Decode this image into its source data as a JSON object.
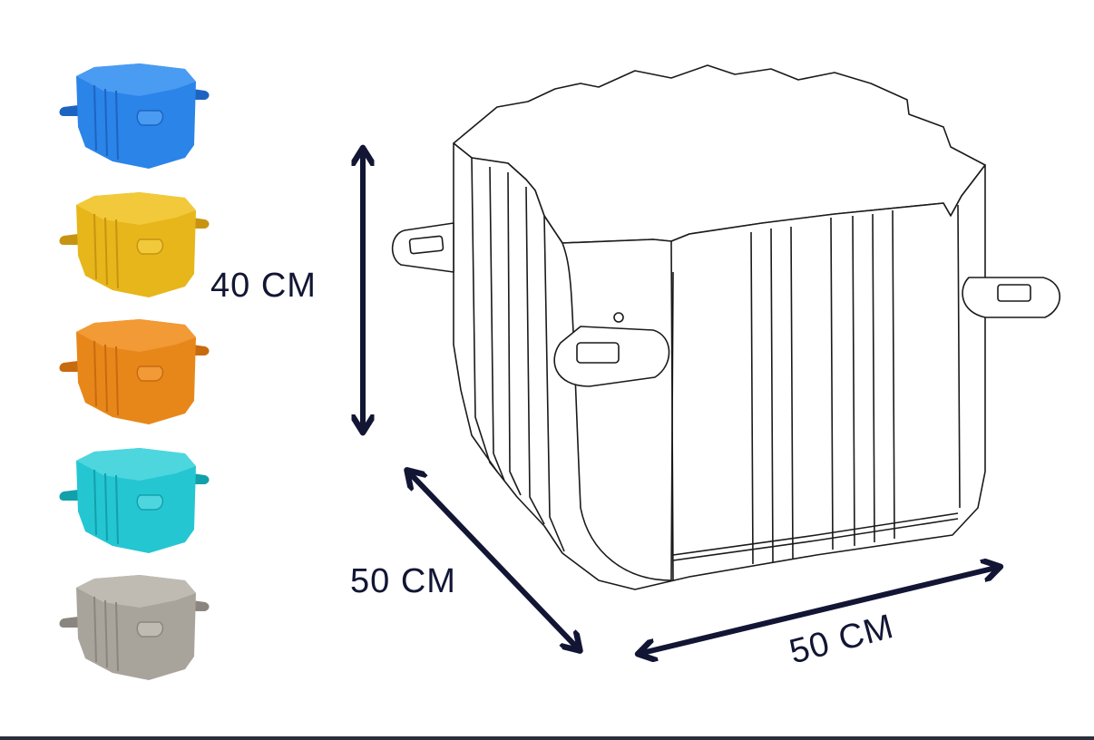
{
  "dimensions": {
    "height_label": "40 CM",
    "depth_label": "50 CM",
    "width_label": "50 CM"
  },
  "color_variants": [
    {
      "name": "blue",
      "fill": "#2b84e8",
      "shade": "#1d64c2",
      "top": "#4a9bf2"
    },
    {
      "name": "yellow",
      "fill": "#e7b61a",
      "shade": "#c79412",
      "top": "#f1c93a"
    },
    {
      "name": "orange",
      "fill": "#e7871a",
      "shade": "#c86a0e",
      "top": "#f19a36"
    },
    {
      "name": "cyan",
      "fill": "#24c6d2",
      "shade": "#12a0ab",
      "top": "#4ed6df"
    },
    {
      "name": "gray",
      "fill": "#a8a49c",
      "shade": "#8a867f",
      "top": "#bfbbb3"
    }
  ],
  "colors": {
    "arrow": "#121634",
    "text": "#121634",
    "outline": "#1a1a1a",
    "bottom_rule": "#2b2f3a"
  }
}
